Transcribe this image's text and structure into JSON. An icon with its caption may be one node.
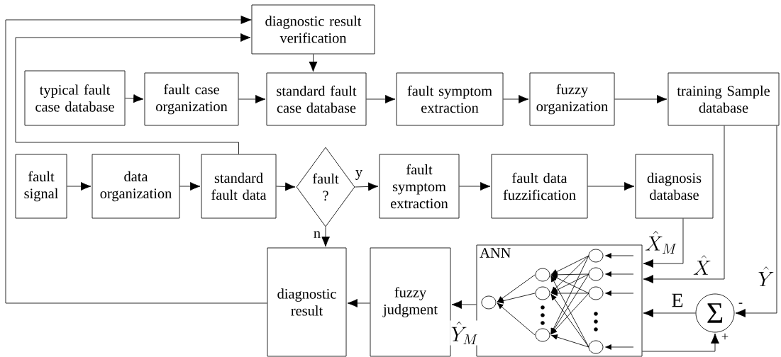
{
  "diagram": {
    "nodes": [
      {
        "text": [
          "diagnostic result verification"
        ]
      },
      {
        "text": [
          "typical fault case database"
        ]
      },
      {
        "text": [
          "fault case organization"
        ]
      },
      {
        "text": [
          "standard fault case database"
        ]
      },
      {
        "text": [
          "fault symptom extraction"
        ]
      },
      {
        "text": [
          "fuzzy organization"
        ]
      },
      {
        "text": [
          "training Sample database"
        ]
      },
      {
        "text": [
          "fault signal"
        ]
      },
      {
        "text": [
          "data organization"
        ]
      },
      {
        "text": [
          "standard fault data"
        ]
      },
      {
        "text": [
          "fault ?"
        ]
      },
      {
        "text": [
          "fault symptom extraction"
        ]
      },
      {
        "text": [
          "fault data fuzzification"
        ]
      },
      {
        "text": [
          "diagnosis database"
        ]
      },
      {
        "text": [
          "diagnostic result"
        ]
      },
      {
        "text": [
          "fuzzy judgment"
        ]
      },
      {
        "text": [
          "ANN"
        ]
      },
      {
        "text": [
          "Σ"
        ]
      }
    ],
    "edges": [
      {
        "from": 1,
        "to": 2,
        "arrow": "to"
      },
      {
        "from": 2,
        "to": 3,
        "arrow": "to"
      },
      {
        "from": 0,
        "to": 3,
        "arrow": "to"
      },
      {
        "from": 3,
        "to": 4,
        "arrow": "to"
      },
      {
        "from": 4,
        "to": 5,
        "arrow": "to"
      },
      {
        "from": 5,
        "to": 6,
        "arrow": "to"
      },
      {
        "from": 7,
        "to": 8,
        "arrow": "to"
      },
      {
        "from": 8,
        "to": 9,
        "arrow": "to"
      },
      {
        "from": 9,
        "to": 10,
        "arrow": "to"
      },
      {
        "from": 10,
        "to": 11,
        "arrow": "to",
        "label": "y"
      },
      {
        "from": 11,
        "to": 12,
        "arrow": "to"
      },
      {
        "from": 12,
        "to": 13,
        "arrow": "to"
      },
      {
        "from": 10,
        "to": 14,
        "arrow": "to",
        "label": "n"
      },
      {
        "from": 15,
        "to": 14,
        "arrow": "to"
      },
      {
        "from": 16,
        "to": 15,
        "arrow": "to",
        "label": "\\hat{Y}_M"
      },
      {
        "from": 14,
        "to": 0,
        "arrow": "to"
      },
      {
        "from": 9,
        "to": 0,
        "arrow": "to"
      },
      {
        "from": 13,
        "to": 16,
        "arrow": "to",
        "label": "\\hat{X}_M"
      },
      {
        "from": 6,
        "to": 16,
        "arrow": "to",
        "label": "\\hat{X}"
      },
      {
        "from": 6,
        "to": 17,
        "arrow": "to",
        "label": "\\hat{Y}"
      },
      {
        "from": 17,
        "to": 16,
        "arrow": "to",
        "label": "\\mathrm{E}"
      },
      {
        "from": 16,
        "to": 17,
        "arrow": "to"
      }
    ],
    "labels": [
      "-",
      "+"
    ]
  }
}
